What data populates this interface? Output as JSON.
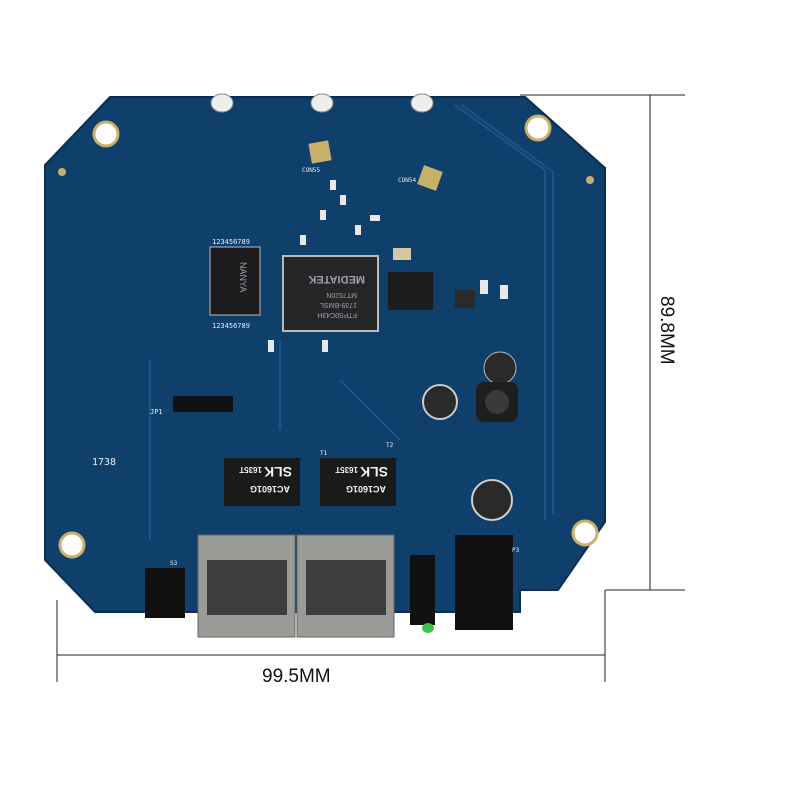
{
  "dimensions": {
    "width_label": "99.5MM",
    "height_label": "89.8MM"
  },
  "board": {
    "color": "#0f3f6b",
    "soc": {
      "brand": "MEDIATEK",
      "model": "MT7620N",
      "lot": "1739-BMSL",
      "code": "FTPS0C43H"
    },
    "ram": {
      "brand": "NANYA",
      "top_pins": "123456789",
      "bottom_pins": "123456789"
    },
    "transformers": [
      {
        "brand": "SLK",
        "date": "1635T",
        "part": "AC1601G",
        "ref": "T1"
      },
      {
        "brand": "SLK",
        "date": "1635T",
        "part": "AC1601G",
        "ref": "T2"
      }
    ],
    "silkscreen": {
      "year": "1738",
      "jumper": "JP1",
      "switch": "S3",
      "power": "P3",
      "con1": "CON55",
      "con2": "CON54"
    }
  }
}
